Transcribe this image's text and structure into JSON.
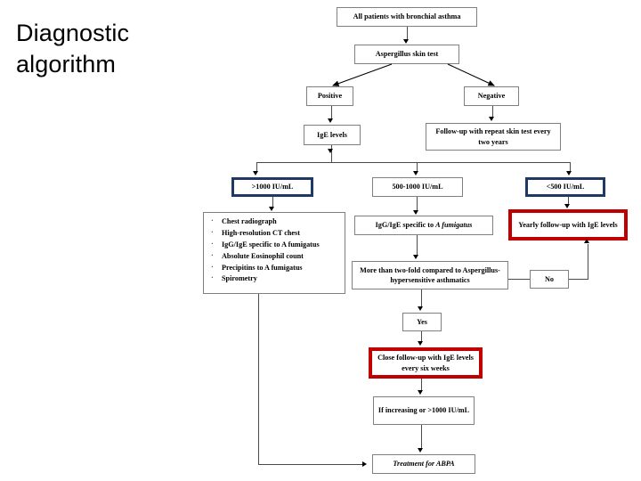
{
  "slide": {
    "title": "Diagnostic algorithm",
    "background": "#ffffff"
  },
  "colors": {
    "navy_border": "#1F3864",
    "red_border": "#C00000",
    "plain_border": "#808080",
    "text": "#000000",
    "connector": "#4a4a4a"
  },
  "flowchart": {
    "type": "diagram",
    "nodes": {
      "root": "All patients with bronchial asthma",
      "skin_test": "Aspergillus skin test",
      "positive": "Positive",
      "negative": "Negative",
      "ige_levels": "IgE levels",
      "followup_repeat": "Follow-up with repeat skin test every two years",
      "ige_high": ">1000 IU/mL",
      "ige_mid": "500-1000 IU/mL",
      "ige_low": "<500 IU/mL",
      "iggige_specific": "IgG/IgE specific to A fumigatus",
      "iggige_specific_prefix": "IgG/IgE specific to ",
      "iggige_specific_italic": "A fumigatus",
      "two_fold": "More than two-fold compared to Aspergillus-hypersensitive asthmatics",
      "two_fold_line1": "More than two-fold compared to",
      "two_fold_line2": "Aspergillus-hypersensitive asthmatics",
      "yearly_followup": "Yearly follow-up with IgE levels",
      "no": "No",
      "yes": "Yes",
      "close_followup": "Close follow-up with IgE levels every six weeks",
      "if_increasing": "If increasing or >1000 IU/mL",
      "treatment": "Treatment for ABPA"
    },
    "workup_list": [
      "Chest radiograph",
      "High-resolution CT chest",
      "IgG/IgE specific to A fumigatus",
      "Absolute Eosinophil count",
      "Precipitins to A fumigatus",
      "Spirometry"
    ]
  }
}
